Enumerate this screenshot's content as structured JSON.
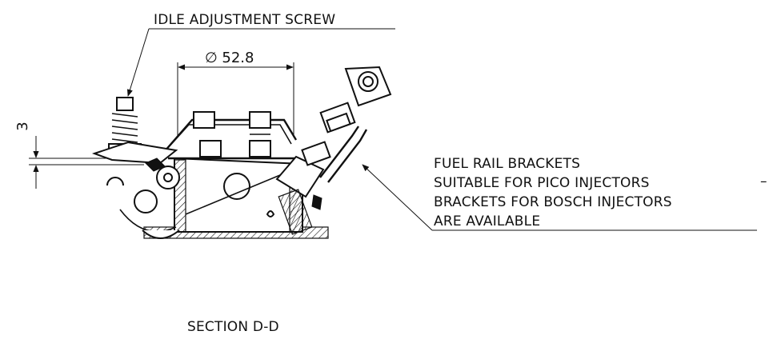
{
  "callouts": {
    "idle_screw": "IDLE ADJUSTMENT SCREW",
    "fuel_rail_line1": "FUEL RAIL BRACKETS",
    "fuel_rail_line2": "SUITABLE FOR PICO INJECTORS",
    "fuel_rail_line3": "BRACKETS FOR BOSCH INJECTORS",
    "fuel_rail_line4": "ARE AVAILABLE"
  },
  "dimensions": {
    "bore_diameter": "∅ 52.8",
    "gap": "3"
  },
  "section_label": "SECTION D-D",
  "edge_mark": "–"
}
